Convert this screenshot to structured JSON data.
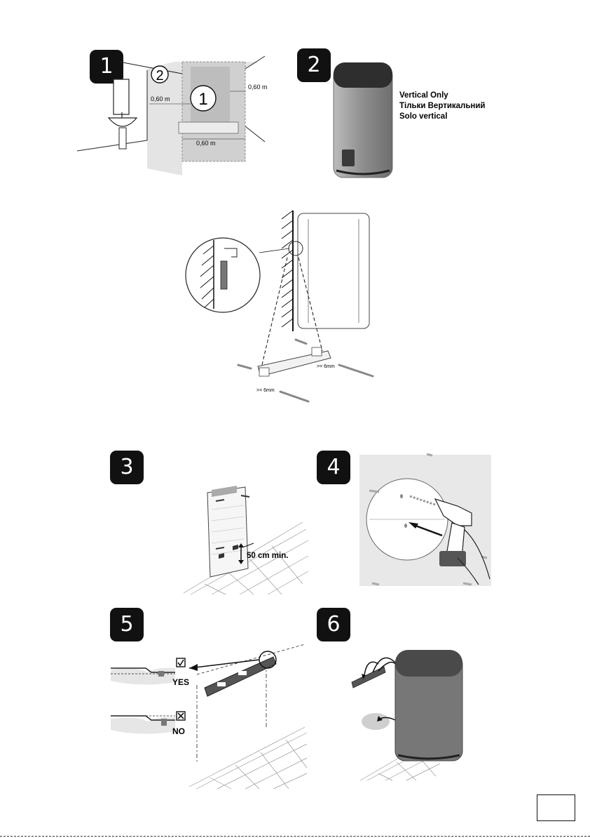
{
  "steps": [
    "1",
    "2",
    "3",
    "4",
    "5",
    "6"
  ],
  "fig1": {
    "zone_2": "2",
    "zone_1": "1",
    "dim_left": "0,60 m",
    "dim_right": "0,60 m",
    "dim_bottom": "0,60 m"
  },
  "fig2": {
    "line1": "Vertical Only",
    "line2": "Тільки Вертикальний",
    "line3": "Solo vertical"
  },
  "mount": {
    "dim_right": ">= 6mm",
    "dim_left": ">= 6mm"
  },
  "fig3": {
    "clearance": "50 cm min."
  },
  "fig5": {
    "yes": "YES",
    "no": "NO"
  }
}
